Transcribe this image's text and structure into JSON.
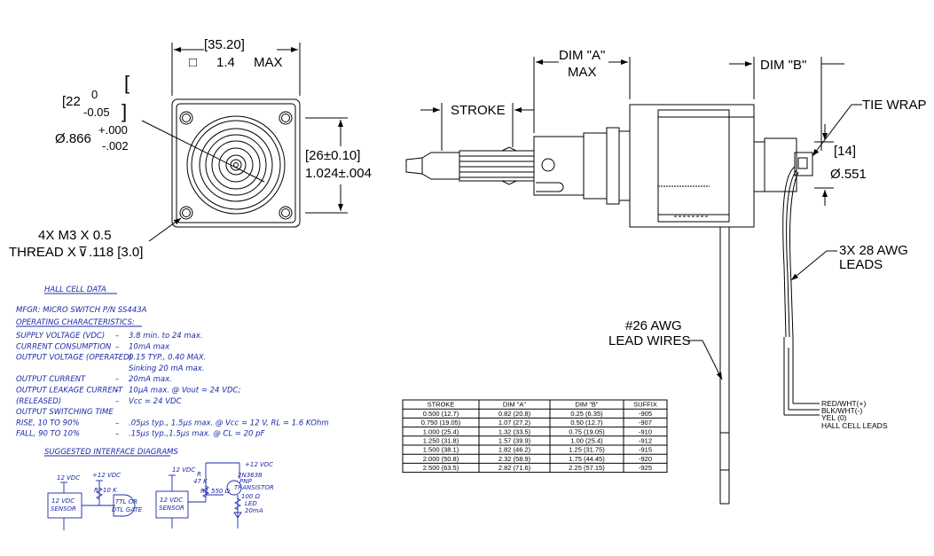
{
  "front_view": {
    "width_top": "[35.20]",
    "flatness_symbol": "□",
    "flatness_value": "1.4",
    "flatness_suffix": "MAX",
    "pilot_bracket": "[22",
    "pilot_tol_upper_mm": "0",
    "pilot_tol_lower_mm": "-0.05",
    "pilot_diameter": "Ø.866",
    "pilot_tol_upper_in": "+.000",
    "pilot_tol_lower_in": "-.002",
    "hole_spacing_mm": "[26±0.10]",
    "hole_spacing_in": "1.024±.004",
    "thread_line1": "4X M3 X 0.5",
    "thread_line2": "THREAD X",
    "thread_depth": ".118 [3.0]"
  },
  "side_view": {
    "dim_a_line1": "DIM \"A\"",
    "dim_a_line2": "MAX",
    "dim_b": "DIM \"B\"",
    "stroke_label": "STROKE",
    "tie_wrap": "TIE WRAP",
    "tie_wrap_mm": "[14]",
    "tie_wrap_in": "Ø.551",
    "leads_line1": "3X 28 AWG",
    "leads_line2": "LEADS",
    "lead_wires_line1": "#26 AWG",
    "lead_wires_line2": "LEAD WIRES"
  },
  "hall_legend": {
    "red": "RED/WHT(+)",
    "blk": "BLK/WHT(-)",
    "yel": "YEL (0)",
    "title": "HALL CELL LEADS"
  },
  "hall_cell": {
    "title": "HALL CELL DATA",
    "mfgr": "MFGR: MICRO SWITCH P/N SS443A",
    "op_title": "OPERATING CHARACTERISTICS:",
    "rows": [
      {
        "label": "SUPPLY VOLTAGE (VDC)",
        "dash": "–",
        "value": "3.8 min. to 24 max."
      },
      {
        "label": "CURRENT CONSUMPTION",
        "dash": "–",
        "value": "10mA max"
      },
      {
        "label": "OUTPUT VOLTAGE (OPERATED)",
        "dash": "–",
        "value": "0.15 TYP., 0.40 MAX."
      },
      {
        "label": "",
        "dash": "",
        "value": "Sinking 20 mA max."
      },
      {
        "label": "OUTPUT CURRENT",
        "dash": "–",
        "value": "20mA max."
      },
      {
        "label": "OUTPUT LEAKAGE CURRENT",
        "dash": "–",
        "value": "10µA max. @ Vout = 24 VDC;"
      },
      {
        "label": "(RELEASED)",
        "dash": "–",
        "value": "Vcc = 24 VDC"
      },
      {
        "label": "OUTPUT SWITCHING TIME",
        "dash": "",
        "value": ""
      },
      {
        "label": "RISE, 10 TO 90%",
        "dash": "–",
        "value": ".05µs typ., 1.5µs max. @ Vcc = 12 V, RL = 1.6 KOhm"
      },
      {
        "label": "FALL, 90 TO 10%",
        "dash": "–",
        "value": ".15µs typ.,1.5µs max. @ CL = 20 pF"
      }
    ],
    "diagrams_title": "SUGGESTED INTERFACE DIAGRAMS"
  },
  "circuit1": {
    "v12_left": "12 VDC",
    "v12_right": "+12 VDC",
    "resistor": "R",
    "resistor_value": "10 K",
    "sensor_line1": "12 VDC",
    "sensor_line2": "SENSOR",
    "gate_line1": "TTL OR",
    "gate_line2": "DTL GATE"
  },
  "circuit2": {
    "v12_top": "12 VDC",
    "v12_right": "+12 VDC",
    "r_label": "R",
    "r_value": "47 K",
    "r1_label": "R1",
    "r1_value": "550 Ω",
    "transistor_line1": "2N3638",
    "transistor_line2": "PNP",
    "transistor_line3": "TRANSISTOR",
    "r2_value": "100 Ω",
    "led_label": "LED",
    "led_current": "20mA",
    "sensor_line1": "12 VDC",
    "sensor_line2": "SENSOR"
  },
  "stroke_table": {
    "headers": [
      "STROKE",
      "DIM \"A\"",
      "DIM \"B\"",
      "SUFFIX"
    ],
    "rows": [
      [
        "0.500 (12.7)",
        "0.82 (20.8)",
        "0.25 (6.35)",
        "-905"
      ],
      [
        "0.750 (19.05)",
        "1.07 (27.2)",
        "0.50 (12.7)",
        "-907"
      ],
      [
        "1.000 (25.4)",
        "1.32 (33.5)",
        "0.75 (19.05)",
        "-910"
      ],
      [
        "1.250 (31.8)",
        "1.57 (39.9)",
        "1.00 (25.4)",
        "-912"
      ],
      [
        "1.500 (38.1)",
        "1.82 (46.2)",
        "1.25 (31.75)",
        "-915"
      ],
      [
        "2.000 (50.8)",
        "2.32 (58.9)",
        "1.75 (44.45)",
        "-920"
      ],
      [
        "2.500 (63.5)",
        "2.82 (71.6)",
        "2.25 (57.15)",
        "-925"
      ]
    ]
  },
  "colors": {
    "ink": "#000000",
    "hall_text": "#1a2aa8",
    "wire_red": "#c0392b",
    "wire_yellow": "#e0c020"
  }
}
